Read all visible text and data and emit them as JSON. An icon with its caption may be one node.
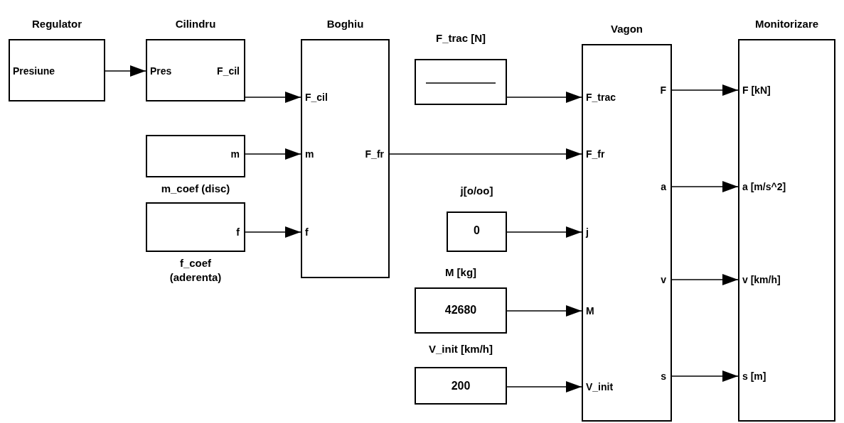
{
  "diagram": {
    "nodes": [
      {
        "text": [
          "Regulator",
          "Presiune"
        ]
      },
      {
        "text": [
          "Cilindru",
          "Pres",
          "F_cil"
        ]
      },
      {
        "text": [
          "m"
        ],
        "beside": [
          "m_coef (disc)"
        ]
      },
      {
        "text": [
          "f"
        ],
        "beside": [
          "f_coef (aderenta)"
        ]
      },
      {
        "text": [
          "Boghiu",
          "F_cil",
          "m",
          "f",
          "F_fr"
        ]
      },
      {
        "text": [
          "F_trac [N]"
        ]
      },
      {
        "text": [
          "j[o/oo]",
          "0"
        ]
      },
      {
        "text": [
          "M [kg]",
          "42680"
        ]
      },
      {
        "text": [
          "V_init [km/h]",
          "200"
        ]
      },
      {
        "text": [
          "Vagon",
          "F_trac",
          "F",
          "F_fr",
          "a",
          "j",
          "v",
          "M",
          "s",
          "V_init"
        ]
      },
      {
        "text": [
          "Monitorizare",
          "F [kN]",
          "a [m/s^2]",
          "v [km/h]",
          "s [m]"
        ]
      }
    ],
    "edges": [
      {
        "from": 0,
        "to": 1,
        "arrow": "to"
      },
      {
        "from": 1,
        "to": 4,
        "arrow": "to"
      },
      {
        "from": 2,
        "to": 4,
        "arrow": "to"
      },
      {
        "from": 3,
        "to": 4,
        "arrow": "to"
      },
      {
        "from": 5,
        "to": 9,
        "arrow": "to"
      },
      {
        "from": 4,
        "to": 9,
        "arrow": "to"
      },
      {
        "from": 6,
        "to": 9,
        "arrow": "to"
      },
      {
        "from": 7,
        "to": 9,
        "arrow": "to"
      },
      {
        "from": 8,
        "to": 9,
        "arrow": "to"
      },
      {
        "from": 9,
        "to": 10,
        "arrow": "to"
      },
      {
        "from": 9,
        "to": 10,
        "arrow": "to"
      },
      {
        "from": 9,
        "to": 10,
        "arrow": "to"
      },
      {
        "from": 9,
        "to": 10,
        "arrow": "to"
      }
    ]
  }
}
